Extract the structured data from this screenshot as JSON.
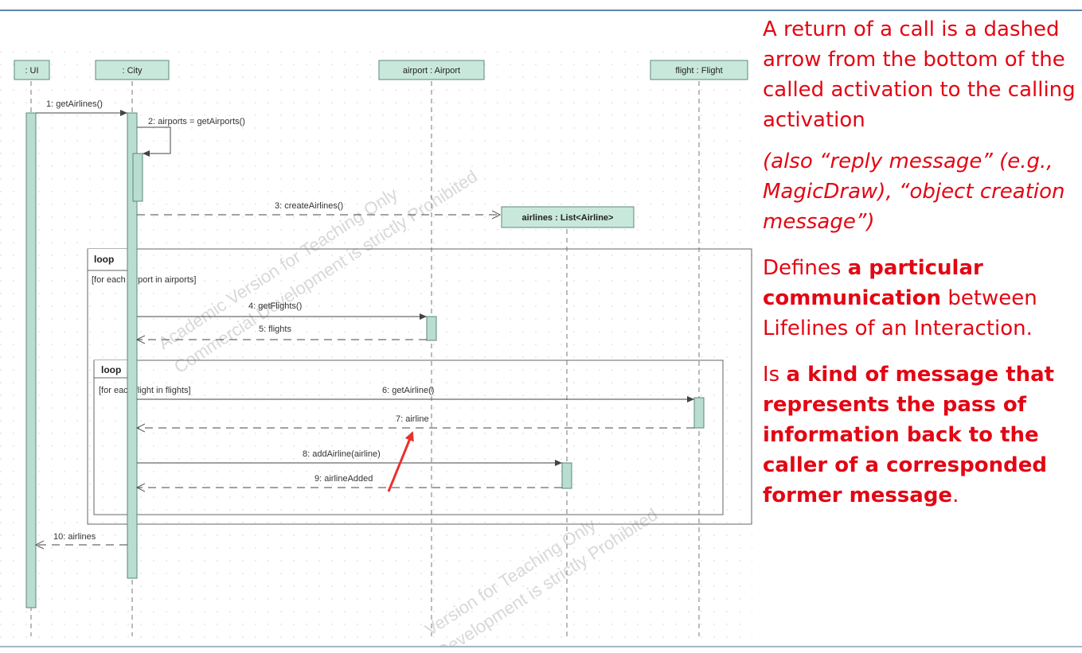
{
  "diagram": {
    "lifelines": {
      "ui": ": UI",
      "city": ": City",
      "airport": "airport : Airport",
      "flight": "flight : Flight",
      "airlines": "airlines : List<Airline>"
    },
    "messages": {
      "m1": "1: getAirlines()",
      "m2": "2: airports = getAirports()",
      "m3": "3: createAirlines()",
      "m4": "4: getFlights()",
      "m5": "5: flights",
      "m6": "6: getAirline()",
      "m7": "7: airline",
      "m8": "8: addAirline(airline)",
      "m9": "9: airlineAdded",
      "m10": "10: airlines"
    },
    "frames": {
      "outer_tag": "loop",
      "outer_guard": "[for each airport in airports]",
      "inner_tag": "loop",
      "inner_guard": "[for each flight in flights]"
    },
    "watermark": {
      "line1": "Academic Version for Teaching Only",
      "line2": "Commercial Development is strictly Prohibited",
      "line3": "Version for Teaching Only",
      "line4": "Development is strictly Prohibited"
    },
    "colors": {
      "lifeline_fill": "#c9e8dc",
      "lifeline_stroke": "#5a8a78",
      "activation_fill": "#b9ddd0",
      "pointer_arrow": "#e8312f"
    }
  },
  "panel": {
    "p1": "A return of a call is a dashed arrow from the bottom of the called activation to the calling activation",
    "p2": "(also “reply message” (e.g., MagicDraw), “object creation message”)",
    "p3_a": "Defines ",
    "p3_b": "a particular communication",
    "p3_c": " between Lifelines of an Interaction.",
    "p4_a": "Is ",
    "p4_b": "a kind of message that represents the pass of information back to the caller of a corresponded former message",
    "p4_c": "."
  }
}
